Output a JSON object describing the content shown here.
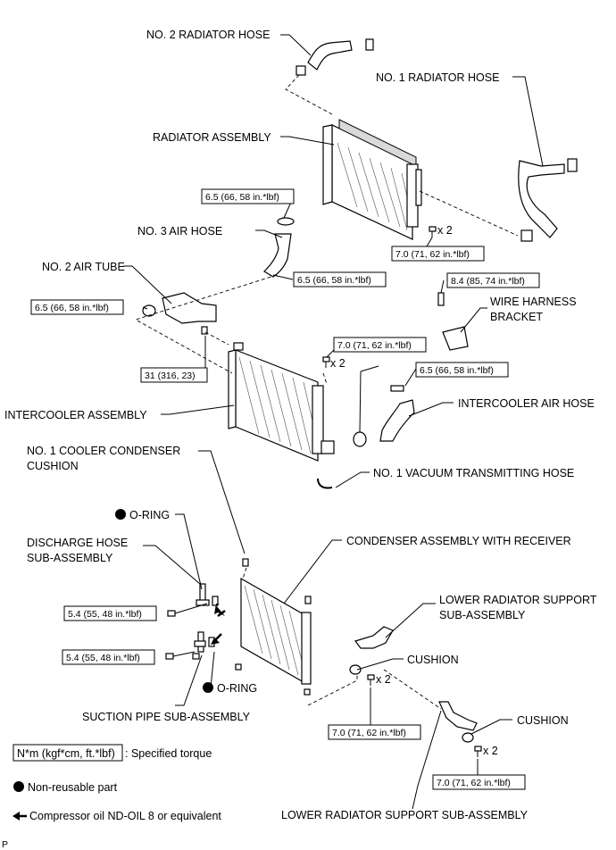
{
  "labels": {
    "no2_radiator_hose": "NO. 2 RADIATOR HOSE",
    "no1_radiator_hose": "NO. 1 RADIATOR HOSE",
    "radiator_assembly": "RADIATOR ASSEMBLY",
    "no3_air_hose": "NO. 3 AIR HOSE",
    "no2_air_tube": "NO. 2 AIR TUBE",
    "wire_harness_bracket_1": "WIRE HARNESS",
    "wire_harness_bracket_2": "BRACKET",
    "intercooler_assembly": "INTERCOOLER ASSEMBLY",
    "intercooler_air_hose": "INTERCOOLER AIR HOSE",
    "no1_cooler_condenser_cushion_1": "NO. 1 COOLER CONDENSER",
    "no1_cooler_condenser_cushion_2": "CUSHION",
    "no1_vacuum_transmitting_hose": "NO. 1 VACUUM TRANSMITTING HOSE",
    "o_ring_top": "O-RING",
    "discharge_hose_1": "DISCHARGE HOSE",
    "discharge_hose_2": "SUB-ASSEMBLY",
    "condenser_assembly": "CONDENSER ASSEMBLY WITH RECEIVER",
    "lower_radiator_support_1": "LOWER RADIATOR SUPPORT",
    "lower_radiator_support_2": "SUB-ASSEMBLY",
    "cushion_1": "CUSHION",
    "o_ring_bottom": "O-RING",
    "suction_pipe": "SUCTION PIPE SUB-ASSEMBLY",
    "cushion_2": "CUSHION",
    "lower_radiator_support_bottom": "LOWER RADIATOR SUPPORT SUB-ASSEMBLY",
    "x2": "x 2"
  },
  "torques": {
    "t_65_a": "6.5 (66, 58 in.*lbf)",
    "t_70_a": "7.0 (71, 62 in.*lbf)",
    "t_65_b": "6.5 (66, 58 in.*lbf)",
    "t_84": "8.4 (85, 74 in.*lbf)",
    "t_65_c": "6.5 (66, 58 in.*lbf)",
    "t_70_b": "7.0 (71, 62 in.*lbf)",
    "t_31": "31 (316, 23)",
    "t_65_d": "6.5 (66, 58 in.*lbf)",
    "t_54_a": "5.4 (55, 48 in.*lbf)",
    "t_54_b": "5.4 (55, 48 in.*lbf)",
    "t_70_c": "7.0 (71, 62 in.*lbf)",
    "t_70_d": "7.0 (71, 62 in.*lbf)"
  },
  "legend": {
    "torque_unit": "N*m (kgf*cm, ft.*lbf)",
    "torque_desc": ": Specified torque",
    "non_reusable": "Non-reusable part",
    "compressor_oil": "Compressor oil ND-OIL 8 or equivalent"
  },
  "corner_code": "P"
}
